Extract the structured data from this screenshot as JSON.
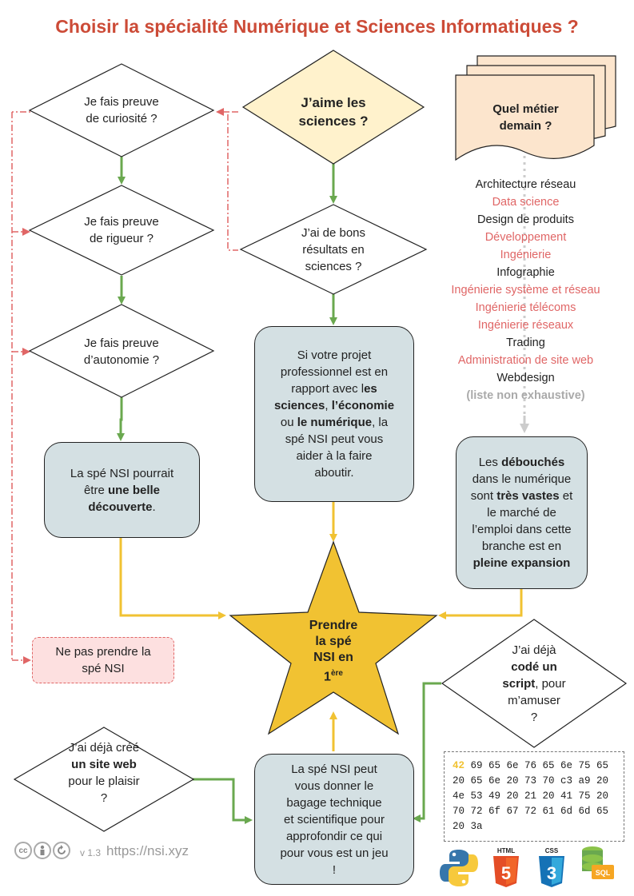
{
  "title": "Choisir la spécialité Numérique et Sciences Informatiques ?",
  "colors": {
    "title": "#cc4b37",
    "green": "#6aa84f",
    "yellow": "#f1c232",
    "red_dashed": "#e06666",
    "box_fill": "#d4e0e3",
    "diamond_yellow": "#fff2cc",
    "paper": "#fce5cd"
  },
  "diamonds": {
    "curiosite": {
      "l1": "Je fais preuve",
      "l2": "de curiosité ?"
    },
    "rigueur": {
      "l1": "Je fais preuve",
      "l2": "de rigueur ?"
    },
    "autonomie": {
      "l1": "Je fais preuve",
      "l2": "d’autonomie ?"
    },
    "sciences": {
      "l1": "J’aime les",
      "l2": "sciences ?"
    },
    "resultats": {
      "l1": "J’ai de bons",
      "l2": "résultats en",
      "l3": "sciences ?"
    },
    "script": {
      "l1": "J’ai déjà",
      "l2": "codé un",
      "l3": "script",
      "l3b": ", pour",
      "l4": "m’amuser",
      "l5": "?"
    },
    "site_web": {
      "l1": "J’ai déjà créé",
      "l2": "un site web",
      "l3": "pour le plaisir",
      "l4": "?"
    }
  },
  "boxes": {
    "decouverte": {
      "t1": "La spé NSI pourrait",
      "t2": "être ",
      "b1": "une belle",
      "b2": "découverte",
      "t3": "."
    },
    "projet": {
      "t1": "Si votre projet",
      "t2": "professionnel est en",
      "t3": "rapport avec l",
      "b1": "es",
      "b2": "sciences",
      "t4": ", ",
      "b3": "l’économie",
      "t5": "ou ",
      "b4": "le numérique",
      "t6": ", la",
      "t7": "spé NSI peut vous",
      "t8": "aider à la faire",
      "t9": "aboutir."
    },
    "debouches": {
      "t1": "Les ",
      "b1": "débouchés",
      "t2": "dans le numérique",
      "t3": "sont ",
      "b2": "très vastes",
      "t4": " et",
      "t5": "le marché de",
      "t6": "l’emploi dans cette",
      "t7": "branche est en",
      "b3": "pleine expansion"
    },
    "bagage": {
      "t1": "La spé NSI peut",
      "t2": "vous donner le",
      "t3": "bagage technique",
      "t4": "et scientifique pour",
      "t5": "approfondir ce qui",
      "t6": "pour vous est un jeu",
      "t7": "!"
    }
  },
  "star": {
    "l1": "Prendre",
    "l2": "la spé",
    "l3": "NSI en",
    "l4": "1",
    "sup": "ère"
  },
  "metier": {
    "l1": "Quel métier",
    "l2": "demain ?"
  },
  "jobs": [
    {
      "label": "Architecture réseau",
      "color": "black"
    },
    {
      "label": "Data science",
      "color": "red"
    },
    {
      "label": "Design de produits",
      "color": "black"
    },
    {
      "label": "Développement",
      "color": "red"
    },
    {
      "label": "Ingénierie",
      "color": "red"
    },
    {
      "label": "Infographie",
      "color": "black"
    },
    {
      "label": "Ingénierie système et réseau",
      "color": "red"
    },
    {
      "label": "Ingénierie télécoms",
      "color": "red"
    },
    {
      "label": "Ingénierie réseaux",
      "color": "red"
    },
    {
      "label": "Trading",
      "color": "black"
    },
    {
      "label": "Administration de site web",
      "color": "red"
    },
    {
      "label": "Webdesign",
      "color": "black"
    },
    {
      "label": "(liste non exhaustive)",
      "color": "gray"
    }
  ],
  "hex": {
    "highlight": "42",
    "rest": " 69 65 6e 76 65 6e 75 65 20 65 6e 20 73 70 c3 a9 20 4e 53 49 20 21 20 41 75 20 70 72 6f 67 72 61 6d 6d 65 20 3a"
  },
  "no_nsi": {
    "l1": "Ne pas prendre la",
    "l2": "spé NSI"
  },
  "footer": {
    "version": "v 1.3",
    "url": "https://nsi.xyz",
    "cc_icons": [
      "cc-icon",
      "by-icon",
      "sa-icon"
    ]
  },
  "logos": {
    "html": "HTML",
    "css": "CSS",
    "sql": "SQL"
  }
}
